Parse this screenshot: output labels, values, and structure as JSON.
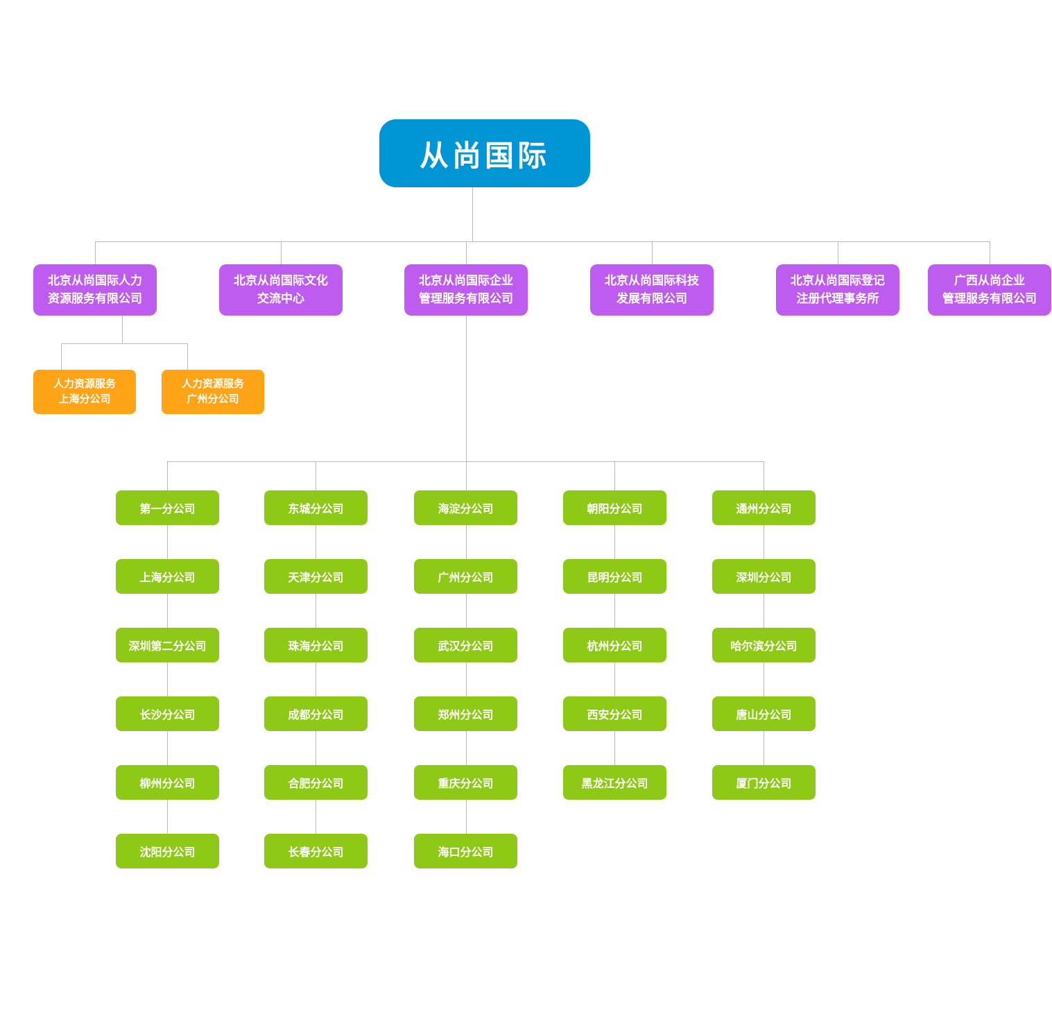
{
  "colors": {
    "root": "#0096D6",
    "branch": "#BE5CF0",
    "orange": "#FFA317",
    "green": "#8DC916",
    "connector": "#B9B9B9",
    "text": "#FFFFFF",
    "background": "#FFFFFF"
  },
  "root": {
    "label": "从尚国际"
  },
  "branches": [
    {
      "lines": [
        "北京从尚国际人力",
        "资源服务有限公司"
      ]
    },
    {
      "lines": [
        "北京从尚国际文化",
        "交流中心"
      ]
    },
    {
      "lines": [
        "北京从尚国际企业",
        "管理服务有限公司"
      ]
    },
    {
      "lines": [
        "北京从尚国际科技",
        "发展有限公司"
      ]
    },
    {
      "lines": [
        "北京从尚国际登记",
        "注册代理事务所"
      ]
    },
    {
      "lines": [
        "广西从尚企业",
        "管理服务有限公司"
      ]
    }
  ],
  "hr_branches": [
    {
      "lines": [
        "人力资源服务",
        "上海分公司"
      ]
    },
    {
      "lines": [
        "人力资源服务",
        "广州分公司"
      ]
    }
  ],
  "management_branches": {
    "columns": [
      {
        "items": [
          "第一分公司",
          "上海分公司",
          "深圳第二分公司",
          "长沙分公司",
          "柳州分公司",
          "沈阳分公司"
        ]
      },
      {
        "items": [
          "东城分公司",
          "天津分公司",
          "珠海分公司",
          "成都分公司",
          "合肥分公司",
          "长春分公司"
        ]
      },
      {
        "items": [
          "海淀分公司",
          "广州分公司",
          "武汉分公司",
          "郑州分公司",
          "重庆分公司",
          "海口分公司"
        ]
      },
      {
        "items": [
          "朝阳分公司",
          "昆明分公司",
          "杭州分公司",
          "西安分公司",
          "黑龙江分公司"
        ]
      },
      {
        "items": [
          "通州分公司",
          "深圳分公司",
          "哈尔滨分公司",
          "唐山分公司",
          "厦门分公司"
        ]
      }
    ]
  }
}
